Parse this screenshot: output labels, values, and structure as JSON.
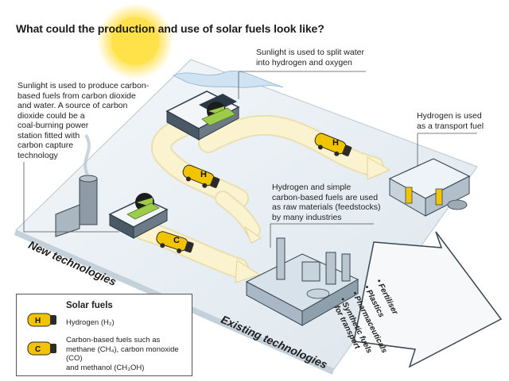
{
  "title": "What could the production and use of solar fuels look like?",
  "callouts": {
    "split_water": [
      "Sunlight is used to split water",
      "into hydrogen and oxygen"
    ],
    "carbon_fuels": [
      "Sunlight is used to produce carbon-",
      "based fuels from carbon dioxide",
      "and water. A source of carbon",
      "dioxide could be a",
      "coal-burning power",
      "station fitted with",
      "carbon capture",
      "technology"
    ],
    "transport": [
      "Hydrogen is used",
      "as a transport fuel"
    ],
    "feedstocks": [
      "Hydrogen and simple",
      "carbon-based fuels are used",
      "as raw materials (feedstocks)",
      "by many industries"
    ]
  },
  "labels": {
    "new_technologies": "New technologies",
    "existing_technologies": "Existing technologies"
  },
  "uses": [
    "• Fertiliser",
    "• Plastics",
    "• Pharmaceuticals",
    "• Synthetic fuels",
    "  for transport"
  ],
  "tankers": {
    "hydrogen": "H",
    "carbon": "C"
  },
  "legend": {
    "title": "Solar fuels",
    "hydrogen": "Hydrogen (H₂)",
    "carbon": [
      "Carbon-based fuels such as",
      "methane (CH₄), carbon monoxide (CO)",
      "and methanol (CH₃OH)"
    ]
  },
  "colors": {
    "sun": "#ffe14a",
    "ground": "#e8eef3",
    "path": "#fbf3cf",
    "tanker": "#f2c400",
    "industry": "#cfdce6",
    "panel_green": "#9dcc4b"
  }
}
